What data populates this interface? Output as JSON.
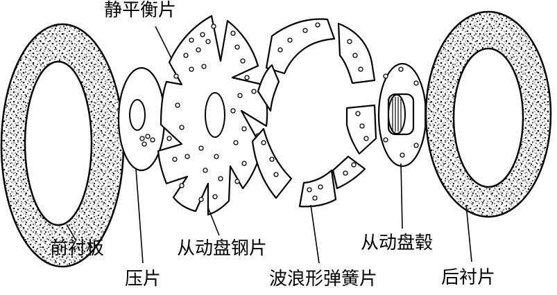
{
  "labels": {
    "static_balance_plate": "静平衡片",
    "front_lining": "前衬板",
    "pressure_plate": "压片",
    "driven_disc_steel": "从动盘钢片",
    "wave_spring": "波浪形弹簧片",
    "driven_disc_hub": "从动盘毂",
    "rear_lining": "后衬片"
  }
}
